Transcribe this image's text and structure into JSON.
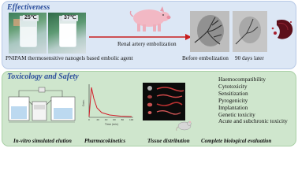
{
  "effectiveness": {
    "title": "Effectiveness",
    "photo_left_temp": "25℃",
    "photo_right_temp": "37℃",
    "caption_nanogels": "PNIPAM thermosensitive nanogels based embolic agent",
    "caption_renal": "Renal artery embolization",
    "caption_before": "Before embolization",
    "caption_after": "90 days later"
  },
  "toxicology": {
    "title": "Toxicology and Safety",
    "caption_elution": "In-vitro simulated elution",
    "caption_pk": "Pharmacokinetics",
    "caption_tissue": "Tissue distribution",
    "caption_eval": "Complete biological evaluation",
    "evaluations": [
      "Haemocompatibility",
      "Cytotoxicity",
      "Sensitization",
      "Pyrogenicity",
      "Implantation",
      "Genetic toxicity",
      "Acute and subchronic toxicity"
    ],
    "pk_xlabel": "Time (min)",
    "pk_ylabel": "Conc.",
    "pk_ticks": [
      "0",
      "20",
      "40",
      "60",
      "80",
      "100"
    ]
  },
  "colors": {
    "panel_top": "#dce7f5",
    "panel_bottom": "#cfe6cd",
    "title": "#2a4d9b",
    "arrow": "#c81e1e",
    "curve": "#d21f2b"
  }
}
